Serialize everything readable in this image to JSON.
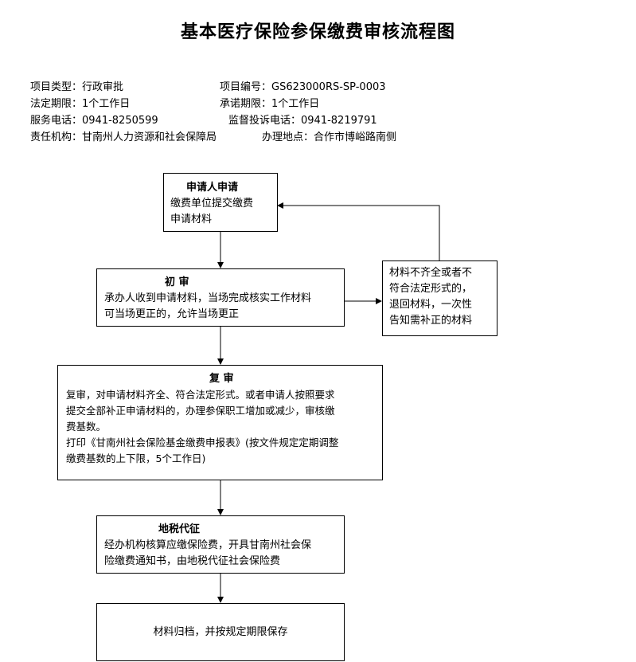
{
  "title": "基本医疗保险参保缴费审核流程图",
  "info": {
    "type": "项目类型：行政审批",
    "number": "项目编号：GS623000RS-SP-0003",
    "legal_limit": "法定期限：1个工作日",
    "promise_limit": "承诺期限：1个工作日",
    "service_phone": "服务电话：0941-8250599",
    "complaint_phone": "监督投诉电话：0941-8219791",
    "agency": "责任机构：甘南州人力资源和社会保障局",
    "location": "办理地点：合作市博峪路南侧"
  },
  "steps": {
    "apply": {
      "title": "申请人申请",
      "lines": [
        "缴费单位提交缴费",
        "申请材料"
      ]
    },
    "first": {
      "title": "初  审",
      "lines": [
        "承办人收到申请材料，当场完成核实工作材料",
        "可当场更正的，允许当场更正"
      ]
    },
    "return": {
      "lines": [
        "材料不齐全或者不",
        "符合法定形式的，",
        "退回材料，一次性",
        "告知需补正的材料"
      ]
    },
    "second": {
      "title": "复  审",
      "lines": [
        "复审，对申请材料齐全、符合法定形式。或者申请人按照要求",
        "提交全部补正申请材料的，办理参保职工增加或减少，审核缴",
        "费基数。",
        "打印《甘南州社会保险基金缴费申报表》(按文件规定定期调整",
        "缴费基数的上下限，5个工作日)"
      ]
    },
    "tax": {
      "title": "地税代征",
      "lines": [
        "经办机构核算应缴保险费，开具甘南州社会保",
        "险缴费通知书，由地税代征社会保险费"
      ]
    },
    "archive": {
      "lines": [
        "材料归档，并按规定期限保存"
      ]
    }
  }
}
